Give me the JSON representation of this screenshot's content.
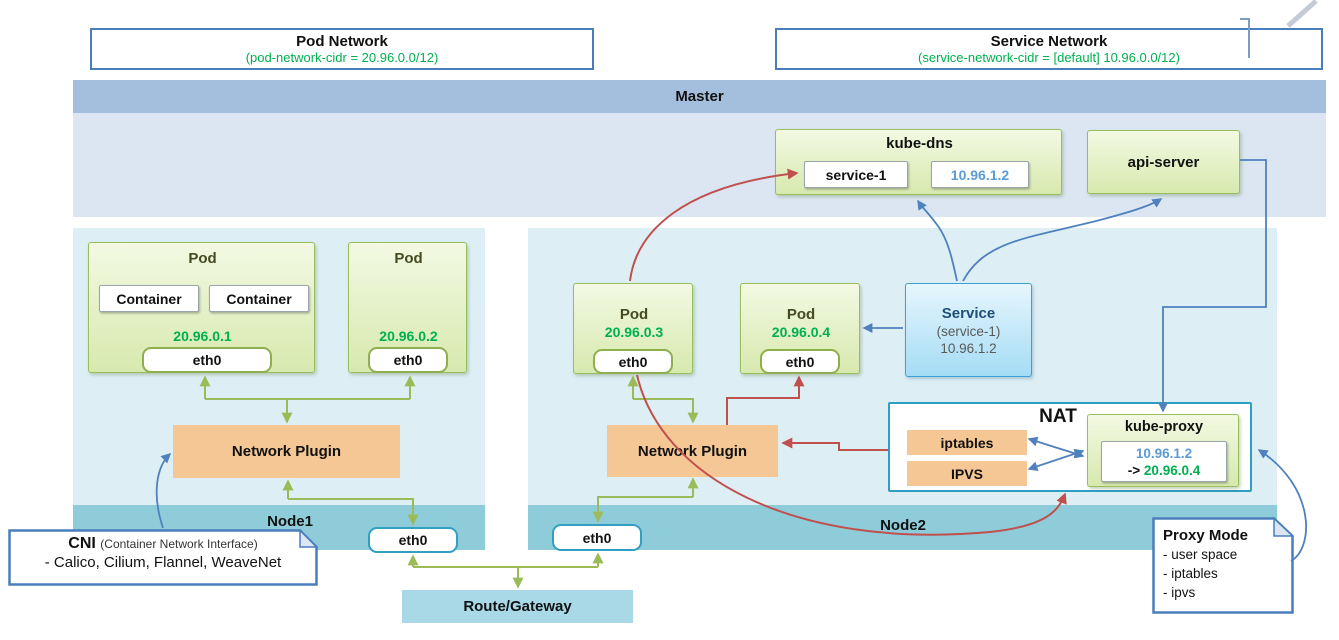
{
  "headers": {
    "pod_network": {
      "title": "Pod Network",
      "subtitle": "(pod-network-cidr = 20.96.0.0/12)"
    },
    "service_network": {
      "title": "Service Network",
      "subtitle": "(service-network-cidr = [default] 10.96.0.0/12)"
    }
  },
  "master": {
    "label": "Master",
    "kube_dns": {
      "title": "kube-dns",
      "service_chip": "service-1",
      "ip_chip": "10.96.1.2"
    },
    "api_server": {
      "label": "api-server"
    }
  },
  "node1": {
    "label": "Node1",
    "pod1": {
      "title": "Pod",
      "containers": [
        "Container",
        "Container"
      ],
      "ip": "20.96.0.1",
      "eth": "eth0"
    },
    "pod2": {
      "title": "Pod",
      "ip": "20.96.0.2",
      "eth": "eth0"
    },
    "network_plugin": "Network Plugin",
    "eth": "eth0"
  },
  "node2": {
    "label": "Node2",
    "pod3": {
      "title": "Pod",
      "ip": "20.96.0.3",
      "eth": "eth0"
    },
    "pod4": {
      "title": "Pod",
      "ip": "20.96.0.4",
      "eth": "eth0"
    },
    "network_plugin": "Network Plugin",
    "eth": "eth0",
    "service": {
      "title": "Service",
      "name": "(service-1)",
      "ip": "10.96.1.2"
    },
    "nat": {
      "title": "NAT",
      "iptables": "iptables",
      "ipvs": "IPVS",
      "kube_proxy": {
        "title": "kube-proxy",
        "ip": "10.96.1.2",
        "arrow": "->",
        "target_ip": "20.96.0.4"
      }
    }
  },
  "route_gateway": {
    "label": "Route/Gateway"
  },
  "notes": {
    "cni": {
      "title": "CNI",
      "subtitle": "(Container Network Interface)",
      "line": "- Calico, Cilium, Flannel, WeaveNet"
    },
    "proxy_mode": {
      "title": "Proxy Mode",
      "items": [
        "- user space",
        "- iptables",
        "- ipvs"
      ]
    }
  },
  "colors": {
    "ip_green": "#00b050",
    "ip_blue": "#5b9bd5",
    "arrow_green": "#9bbb59",
    "arrow_red": "#c0504d",
    "arrow_blue": "#4f81bd",
    "master_bar": "#a4bedd",
    "node_band": "#8fccda",
    "plugin_orange": "#f5c795",
    "nat_border": "#2e9fc4",
    "outline_blue": "#4a7ebb"
  }
}
